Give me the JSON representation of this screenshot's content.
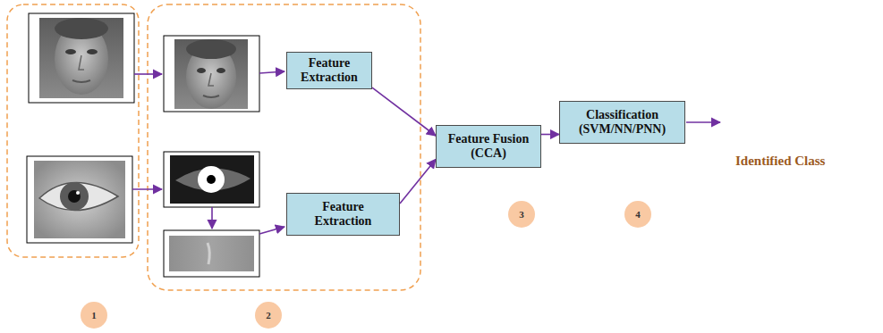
{
  "diagram": {
    "nodes": [
      {
        "text": [
          "Feature Extraction"
        ]
      },
      {
        "text": [
          "Feature Extraction"
        ]
      },
      {
        "text": [
          "Feature Fusion (CCA)"
        ]
      },
      {
        "text": [
          "Classification (SVM/NN/PNN)"
        ]
      },
      {
        "text": [
          "1"
        ]
      },
      {
        "text": [
          "2"
        ]
      },
      {
        "text": [
          "3"
        ]
      },
      {
        "text": [
          "4"
        ]
      }
    ],
    "edges": [
      {
        "from": 0,
        "to": 2,
        "arrow": "to"
      },
      {
        "from": 1,
        "to": 2,
        "arrow": "to"
      },
      {
        "from": 2,
        "to": 3,
        "arrow": "to"
      }
    ],
    "labels": [
      "Identified Class"
    ]
  }
}
